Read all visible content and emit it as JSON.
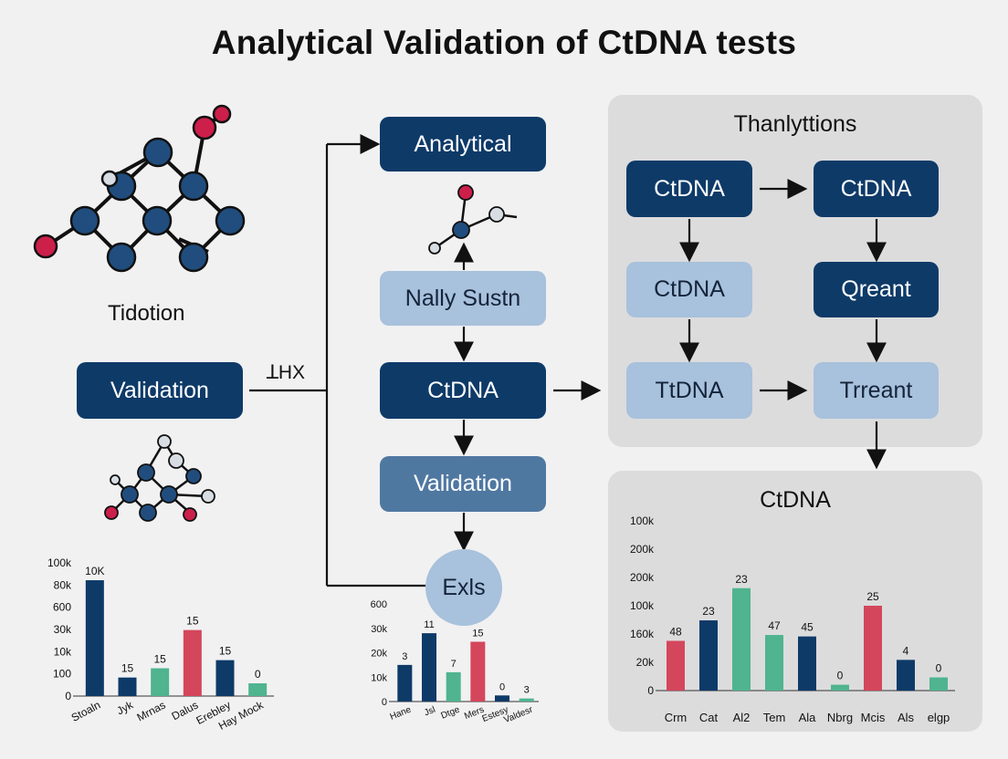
{
  "title": "Analytical Validation of CtDNA tests",
  "left": {
    "molecule_caption": "Tidotion",
    "validation_box": "Validation",
    "connector_label": "ꓕHX"
  },
  "center": {
    "analytical": "Analytical",
    "nally": "Nally Sustn",
    "ctdna": "CtDNA",
    "validation": "Validation",
    "exls": "Exls"
  },
  "right_panel": {
    "title": "Thanlyttions",
    "boxes": [
      "CtDNA",
      "CtDNA",
      "CtDNA",
      "Qreant",
      "TtDNA",
      "Trreant"
    ]
  },
  "colors": {
    "navy": "#0e3a68",
    "light_blue": "#a8c1dc",
    "mid_blue": "#4f78a1",
    "red": "#d4465b",
    "green": "#4fb48f",
    "atom_red": "#cc1f4a"
  },
  "chart_data": [
    {
      "type": "bar",
      "title": "",
      "y_tick_labels": [
        "0",
        "100",
        "10k",
        "30k",
        "600",
        "80k",
        "100k"
      ],
      "categories": [
        "Stoaln",
        "Jyk",
        "Mrnas",
        "Dalus",
        "Erebley",
        "Hay Mock"
      ],
      "values": [
        10,
        1.6,
        2.4,
        5.7,
        3.1,
        1.1
      ],
      "data_labels": [
        "10K",
        "15",
        "15",
        "15",
        "15",
        "0"
      ],
      "bar_colors": [
        "#0e3a68",
        "#0e3a68",
        "#4fb48f",
        "#d4465b",
        "#0e3a68",
        "#4fb48f"
      ],
      "ylim": [
        0,
        11.5
      ]
    },
    {
      "type": "bar",
      "title": "",
      "y_tick_labels": [
        "0",
        "10k",
        "20k",
        "30k",
        "600"
      ],
      "categories": [
        "Hane",
        "Jsl",
        "Dtge",
        "Mers",
        "Estesy",
        "Valdesr"
      ],
      "values": [
        3,
        5.6,
        2.4,
        4.9,
        0.5,
        0.25
      ],
      "data_labels": [
        "3",
        "11",
        "7",
        "15",
        "0",
        "3"
      ],
      "bar_colors": [
        "#0e3a68",
        "#0e3a68",
        "#4fb48f",
        "#d4465b",
        "#0e3a68",
        "#4fb48f"
      ],
      "ylim": [
        0,
        8
      ]
    },
    {
      "type": "bar",
      "title": "CtDNA",
      "y_tick_labels": [
        "0",
        "20k",
        "160k",
        "100k",
        "200k",
        "200k",
        "100k"
      ],
      "categories": [
        "Crm",
        "Cat",
        "Al2",
        "Tem",
        "Ala",
        "Nbrg",
        "Mcis",
        "Als",
        "elgp"
      ],
      "values": [
        3.4,
        4.8,
        7,
        3.8,
        3.7,
        0.4,
        5.8,
        2.1,
        0.9
      ],
      "data_labels": [
        "48",
        "23",
        "23",
        "47",
        "45",
        "0",
        "25",
        "4",
        "0"
      ],
      "bar_colors": [
        "#d4465b",
        "#0e3a68",
        "#4fb48f",
        "#4fb48f",
        "#0e3a68",
        "#4fb48f",
        "#d4465b",
        "#0e3a68",
        "#4fb48f"
      ],
      "ylim": [
        0,
        11.6
      ]
    }
  ]
}
